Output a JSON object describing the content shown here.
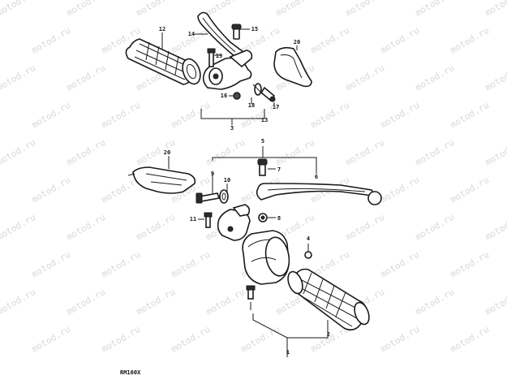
{
  "watermark": {
    "text": "motod.ru"
  },
  "diagram": {
    "model_code": "RM100X",
    "callouts": [
      "1",
      "2",
      "3",
      "4",
      "5",
      "6",
      "7",
      "8",
      "9",
      "10",
      "11",
      "12",
      "13",
      "14",
      "15",
      "16",
      "17",
      "18",
      "19",
      "20",
      "20"
    ]
  },
  "colors": {
    "line": "#1a1a1a",
    "background": "#ffffff",
    "watermark": "#d8d8d8"
  }
}
